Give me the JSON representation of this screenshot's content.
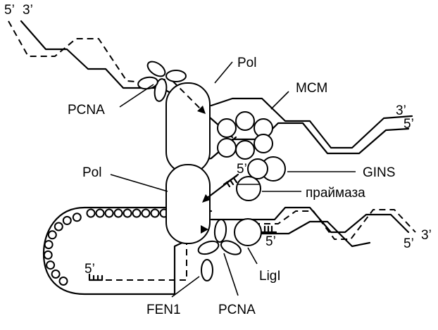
{
  "labels": {
    "top_5": "5’",
    "top_3": "3’",
    "pol_top": "Pol",
    "mcm": "MCM",
    "pcna_top": "PCNA",
    "right_3": "3’",
    "right_5": "5’",
    "pol_left": "Pol",
    "primer_5": "5’",
    "gins": "GINS",
    "primase": "праймаза",
    "lagging_5": "5’",
    "lower_5": "5’",
    "lower_3": "3’",
    "okazaki_5": "5’",
    "ligi": "LigI",
    "fen1": "FEN1",
    "pcna_bottom": "PCNA"
  }
}
